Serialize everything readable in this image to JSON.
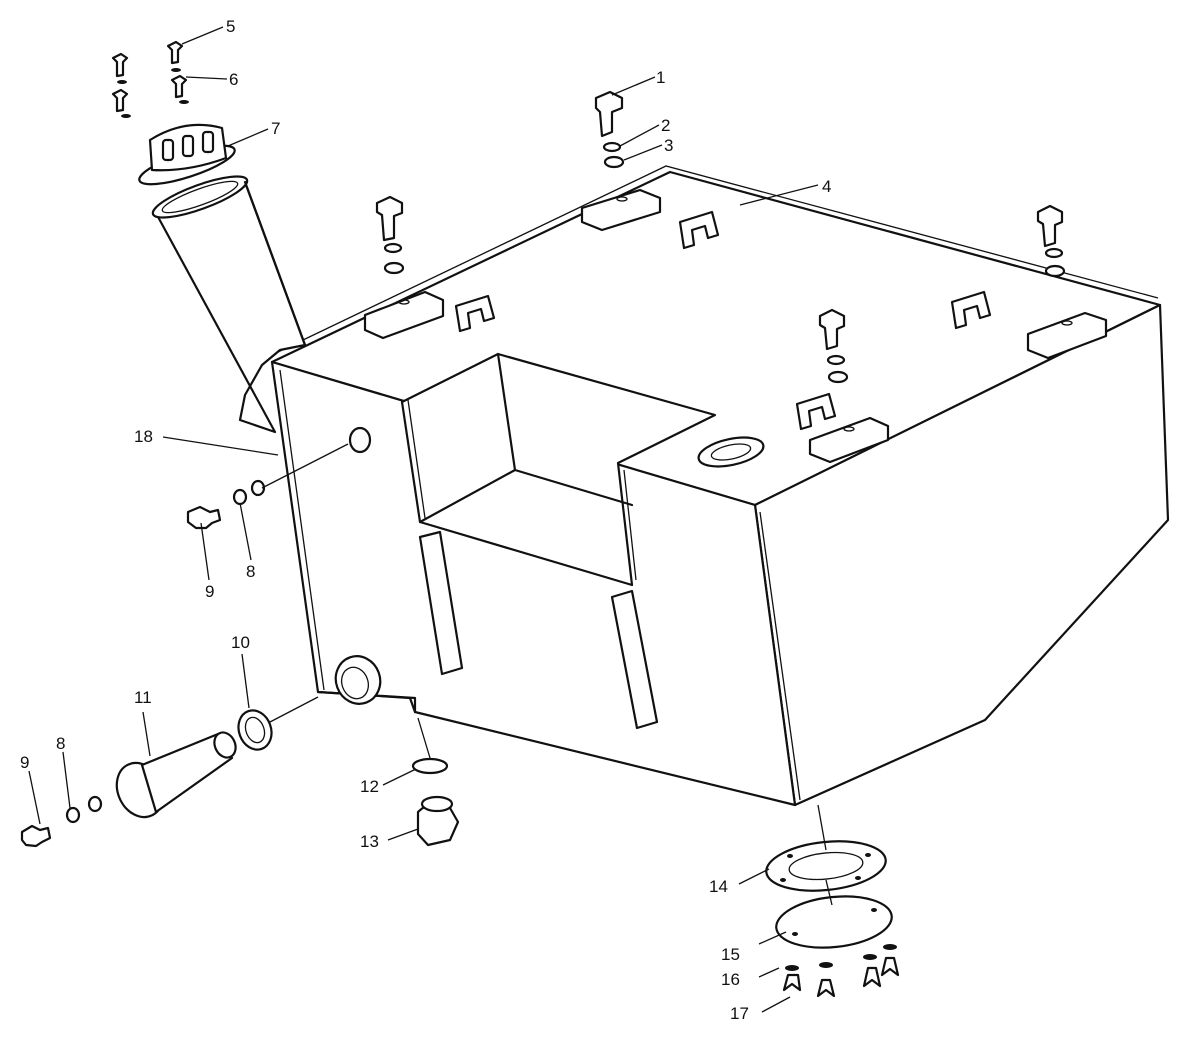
{
  "callouts": [
    "1",
    "2",
    "3",
    "4",
    "5",
    "6",
    "7",
    "8",
    "9",
    "10",
    "11",
    "12",
    "13",
    "14",
    "15",
    "16",
    "17",
    "18"
  ],
  "lower_left_labels": {
    "l9": "9",
    "l8": "8"
  }
}
